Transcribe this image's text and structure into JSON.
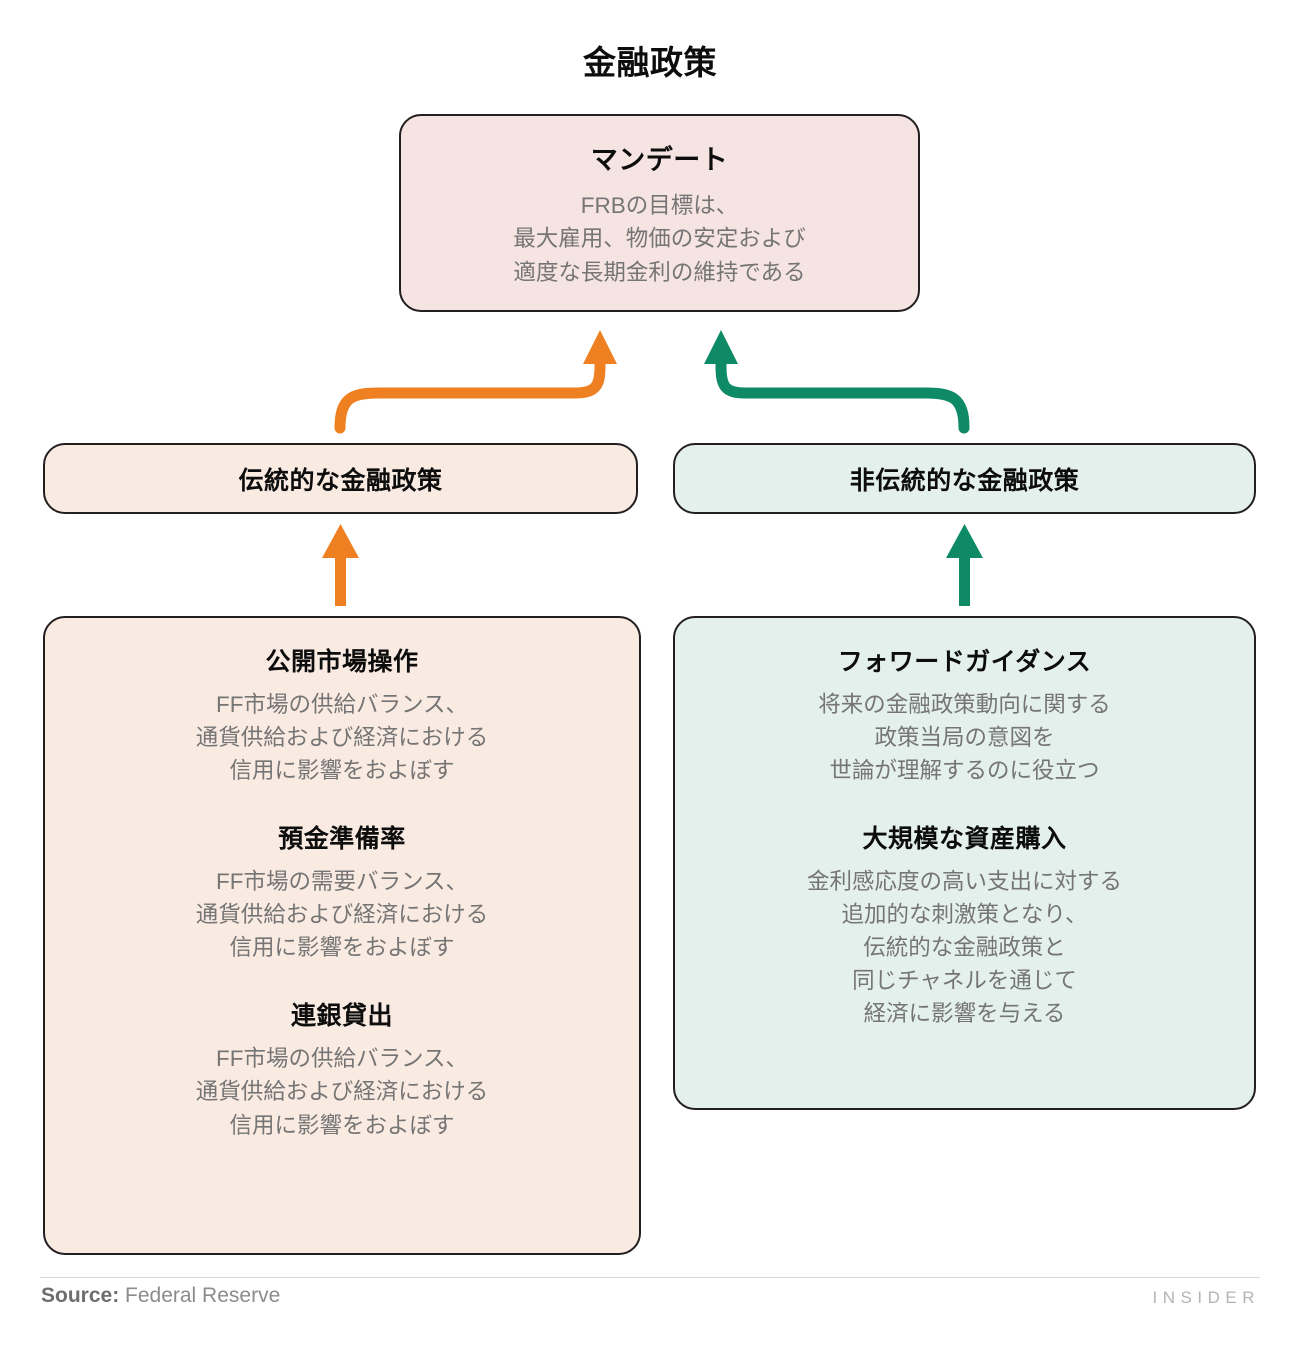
{
  "title": "金融政策",
  "mandate": {
    "title": "マンデート",
    "desc_lines": [
      "FRBの目標は、",
      "最大雇用、物価の安定および",
      "適度な長期金利の維持である"
    ]
  },
  "branches": {
    "traditional": {
      "header": "伝統的な金融政策",
      "accent_color": "#ef8022",
      "fill_color": "#faebe2",
      "items": [
        {
          "title": "公開市場操作",
          "desc_lines": [
            "FF市場の供給バランス、",
            "通貨供給および経済における",
            "信用に影響をおよぼす"
          ]
        },
        {
          "title": "預金準備率",
          "desc_lines": [
            "FF市場の需要バランス、",
            "通貨供給および経済における",
            "信用に影響をおよぼす"
          ]
        },
        {
          "title": "連銀貸出",
          "desc_lines": [
            "FF市場の供給バランス、",
            "通貨供給および経済における",
            "信用に影響をおよぼす"
          ]
        }
      ]
    },
    "unconventional": {
      "header": "非伝統的な金融政策",
      "accent_color": "#0f8a66",
      "fill_color": "#e4f0ec",
      "items": [
        {
          "title": "フォワードガイダンス",
          "desc_lines": [
            "将来の金融政策動向に関する",
            "政策当局の意図を",
            "世論が理解するのに役立つ"
          ]
        },
        {
          "title": "大規模な資産購入",
          "desc_lines": [
            "金利感応度の高い支出に対する",
            "追加的な刺激策となり、",
            "伝統的な金融政策と",
            "同じチャネルを通じて",
            "経済に影響を与える"
          ]
        }
      ]
    }
  },
  "arrows": [
    {
      "name": "traditional-to-mandate",
      "color": "#ef8022",
      "kind": "curved"
    },
    {
      "name": "unconventional-to-mandate",
      "color": "#0f8a66",
      "kind": "curved"
    },
    {
      "name": "traditional-detail-to-header",
      "color": "#ef8022",
      "kind": "straight"
    },
    {
      "name": "unconventional-detail-to-header",
      "color": "#0f8a66",
      "kind": "straight"
    }
  ],
  "footer": {
    "source_label": "Source:",
    "source_value": " Federal Reserve",
    "brand": "INSIDER"
  },
  "mandate_fill": "#f5e4e2"
}
